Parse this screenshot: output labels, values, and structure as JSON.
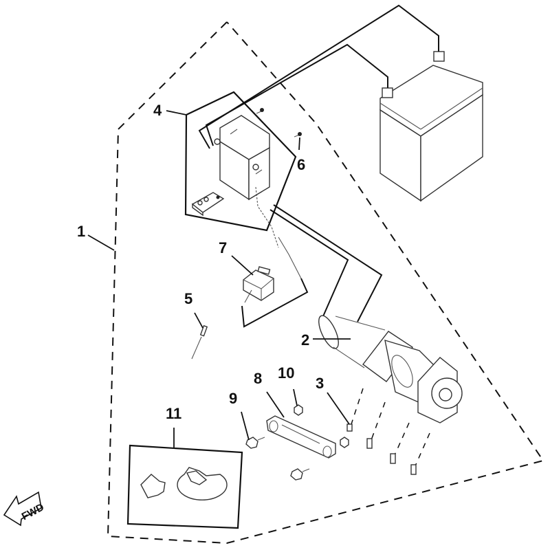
{
  "diagram": {
    "title": "Winch assembly exploded view",
    "direction_indicator": {
      "label": "FWD",
      "icon": "fwd-arrow-icon"
    },
    "callouts": [
      {
        "id": "1",
        "label": "1",
        "part": "winch-assembly-boundary"
      },
      {
        "id": "2",
        "label": "2",
        "part": "winch-motor"
      },
      {
        "id": "3",
        "label": "3",
        "part": "mounting-bolt"
      },
      {
        "id": "4",
        "label": "4",
        "part": "control-box-kit"
      },
      {
        "id": "5",
        "label": "5",
        "part": "pin"
      },
      {
        "id": "6",
        "label": "6",
        "part": "control-box-screw"
      },
      {
        "id": "7",
        "label": "7",
        "part": "relay"
      },
      {
        "id": "8",
        "label": "8",
        "part": "fairlead"
      },
      {
        "id": "9",
        "label": "9",
        "part": "fairlead-bolt"
      },
      {
        "id": "10",
        "label": "10",
        "part": "fairlead-nut"
      },
      {
        "id": "11",
        "label": "11",
        "part": "cable-stopper-kit"
      }
    ],
    "components": [
      "battery",
      "control-box",
      "remote-switch",
      "relay",
      "winch-motor",
      "winch-drum",
      "gearbox",
      "fairlead",
      "bolts",
      "nuts",
      "cable-stopper"
    ]
  }
}
